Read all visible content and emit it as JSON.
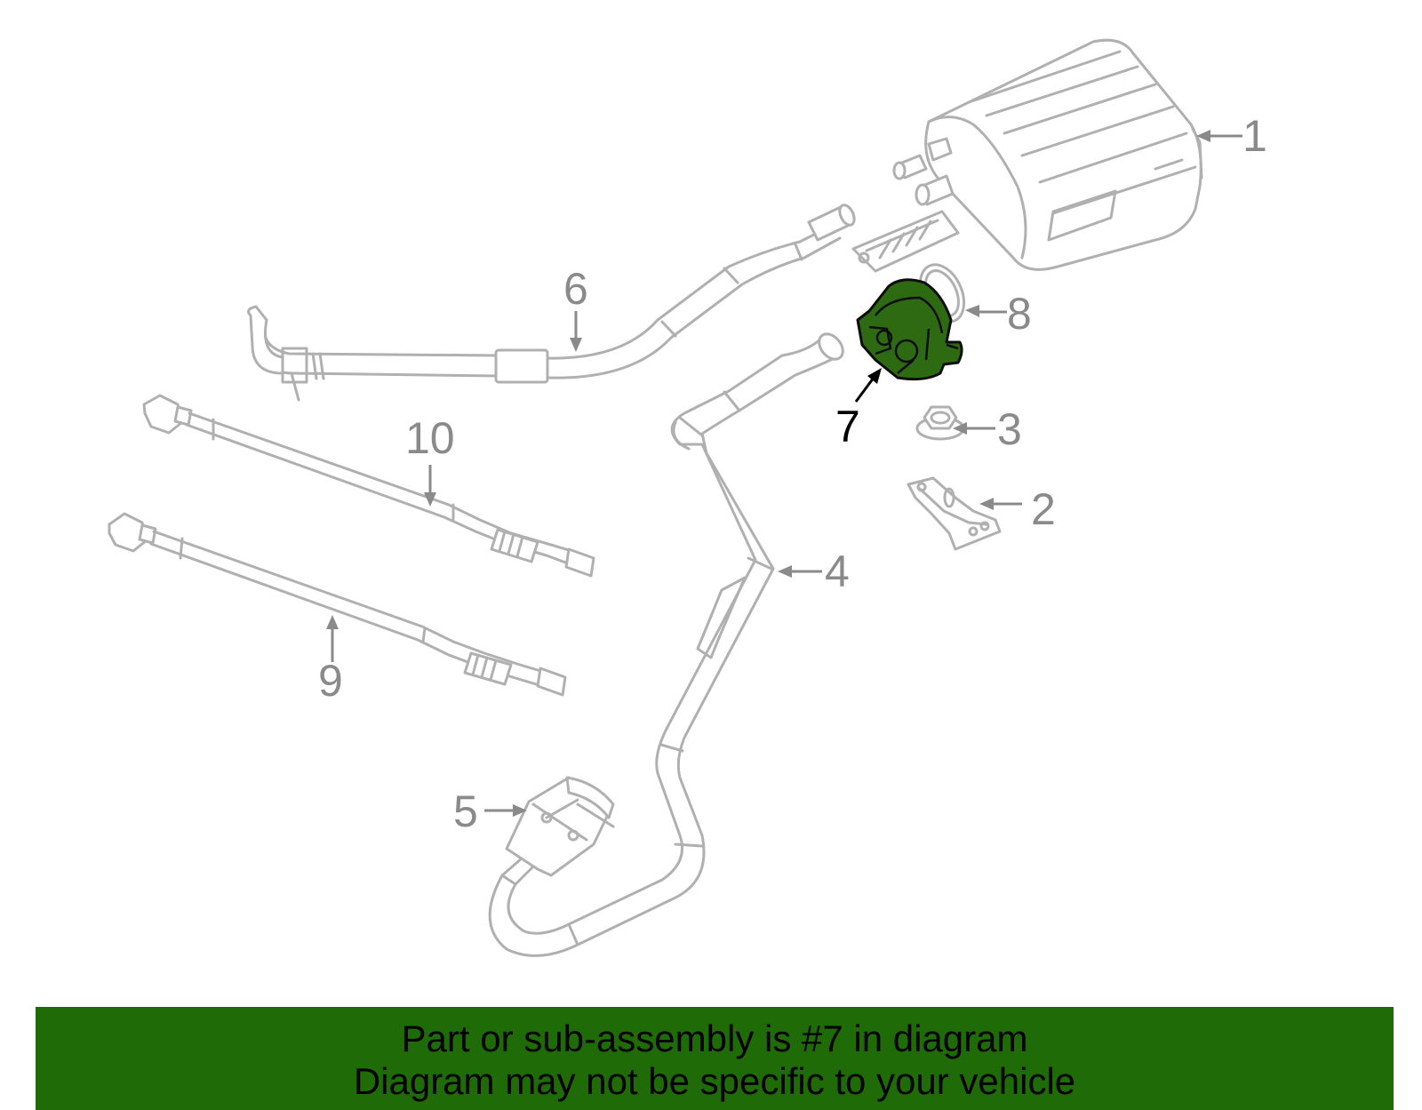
{
  "callouts": {
    "c1": "1",
    "c2": "2",
    "c3": "3",
    "c4": "4",
    "c5": "5",
    "c6": "6",
    "c7": "7",
    "c8": "8",
    "c9": "9",
    "c10": "10"
  },
  "banner": {
    "line1": "Part or sub-assembly is #7 in diagram",
    "line2": "Diagram may not be specific to your vehicle"
  },
  "colors": {
    "highlight_part": "#2d6a12",
    "banner_background": "#1f6b08",
    "part_outline": "#b0b0b0",
    "callout_gray": "#8a8a8a"
  }
}
